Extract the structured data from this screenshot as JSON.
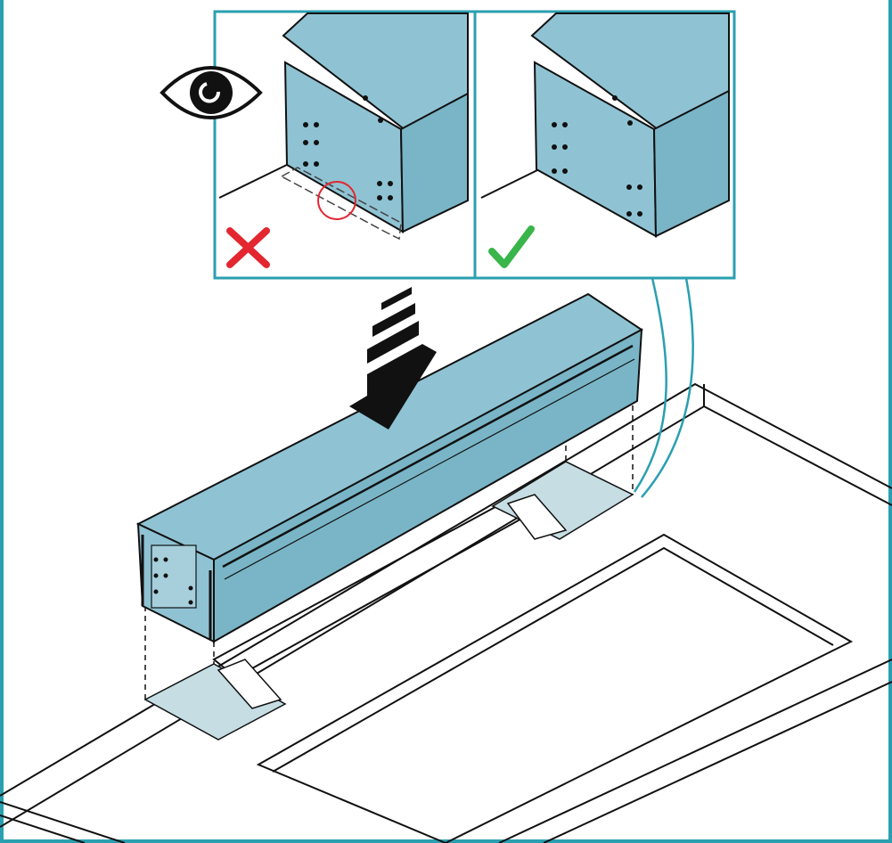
{
  "figure": {
    "kind": "installation-instruction-illustration",
    "text": []
  },
  "colors": {
    "frame": "#2a9fb0",
    "module_top": "#8fc3d3",
    "module_side": "#79b5c6",
    "module_dark": "#5e9db0",
    "plate": "#c5dde3",
    "wrong": "#e3262f",
    "correct": "#39b54a",
    "line": "#111111",
    "background": "#ffffff"
  },
  "inset": {
    "panels": [
      {
        "id": "wrong",
        "verdict": "incorrect",
        "mark_icon": "cross-icon",
        "highlight": "red-circle-icon"
      },
      {
        "id": "correct",
        "verdict": "correct",
        "mark_icon": "checkmark-icon"
      }
    ],
    "observe_icon": "eye-icon"
  },
  "main": {
    "motion_icon": "down-arrow-icon",
    "module": "rectangular-module",
    "plates": 2
  }
}
